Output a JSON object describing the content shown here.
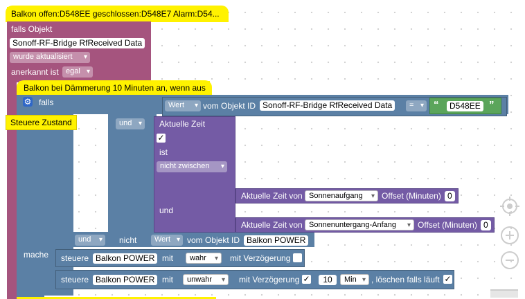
{
  "blocks": {
    "outer_comment": "Balkon offen:D548EE geschlossen:D548E7 Alarm:D54...",
    "trigger_label": "falls Objekt",
    "trigger_object": "Sonoff-RF-Bridge RfReceived  Data",
    "trigger_event": "wurde aktualisiert",
    "ack_label": "anerkannt ist",
    "ack_value": "egal",
    "inner_comment": "Balkon bei Dämmerung 10 Minuten an, wenn aus",
    "if_label": "falls",
    "tooltip": "Steuere Zustand",
    "value_label": "Wert",
    "from_object_label": "vom Objekt ID",
    "object_rfdata": "Sonoff-RF-Bridge RfReceived  Data",
    "eq_op": "=",
    "string_value": "D548EE",
    "and_label": "und",
    "current_time": "Aktuelle Zeit",
    "is_label": "ist",
    "not_between": "nicht zwischen",
    "and_mid": "und",
    "time_from_label": "Aktuelle Zeit von",
    "sunrise": "Sonnenaufgang",
    "offset_label": "Offset (Minuten)",
    "offset_zero": "0",
    "sunset": "Sonnenuntergang-Anfang",
    "and2_label": "und",
    "not_label": "nicht",
    "object_balkon": "Balkon POWER",
    "do_label": "mache",
    "control_label": "steuere",
    "with_label": "mit",
    "true_value": "wahr",
    "with_delay": "mit Verzögerung",
    "false_value": "unwahr",
    "delay_number": "10",
    "delay_unit": "Min",
    "clear_running": ", löschen falls läuft"
  },
  "icons": {
    "gear": "gear-icon",
    "check": "✓",
    "quote_open": "“",
    "quote_close": "”"
  },
  "colors": {
    "event_block": "#a5547e",
    "logic_block": "#5b80a5",
    "time_block": "#745ba5",
    "comment": "#fff200",
    "string_block": "#5ba55b"
  }
}
